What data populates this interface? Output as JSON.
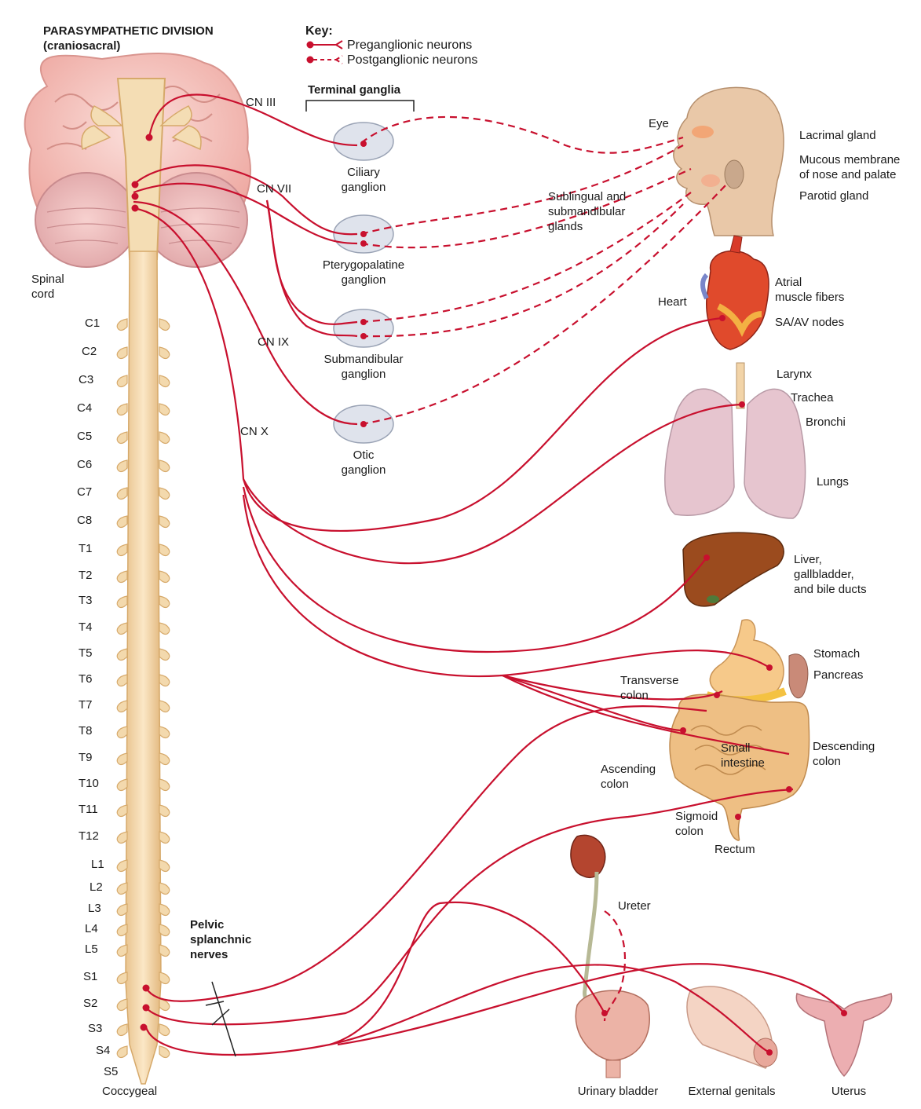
{
  "title": {
    "line1": "PARASYMPATHETIC DIVISION",
    "line2": "(craniosacral)"
  },
  "key": {
    "heading": "Key:",
    "preganglionic": "Preganglionic neurons",
    "postganglionic": "Postganglionic neurons"
  },
  "colors": {
    "nerve": "#c8102e",
    "cord": "#f3d9ad",
    "cord_edge": "#d6a96a",
    "brain": "#f5c6c0",
    "ganglion": "#dfe3ec"
  },
  "cranial_nerves": [
    "CN III",
    "CN VII",
    "CN IX",
    "CN X"
  ],
  "terminal_ganglia": {
    "heading": "Terminal ganglia",
    "ciliary": "Ciliary\nganglion",
    "pterygopalatine": "Pterygopalatine\nganglion",
    "submandibular": "Submandibular\nganglion",
    "otic": "Otic\nganglion"
  },
  "spinal_cord_label": "Spinal\ncord",
  "segments": [
    "C1",
    "C2",
    "C3",
    "C4",
    "C5",
    "C6",
    "C7",
    "C8",
    "T1",
    "T2",
    "T3",
    "T4",
    "T5",
    "T6",
    "T7",
    "T8",
    "T9",
    "T10",
    "T11",
    "T12",
    "L1",
    "L2",
    "L3",
    "L4",
    "L5",
    "S1",
    "S2",
    "S3",
    "S4",
    "S5",
    "Coccygeal"
  ],
  "pelvic_nerves": "Pelvic\nsplanchnic\nnerves",
  "organs": {
    "eye": "Eye",
    "lacrimal": "Lacrimal gland",
    "mucous": "Mucous membrane\nof nose and palate",
    "parotid": "Parotid gland",
    "sublingual": "Sublingual and\nsubmandibular\nglands",
    "heart": "Heart",
    "atrial": "Atrial\nmuscle fibers",
    "saav": "SA/AV nodes",
    "larynx": "Larynx",
    "trachea": "Trachea",
    "bronchi": "Bronchi",
    "lungs": "Lungs",
    "liver": "Liver,\ngallbladder,\nand bile ducts",
    "stomach": "Stomach",
    "pancreas": "Pancreas",
    "transverse": "Transverse\ncolon",
    "small_int": "Small\nintestine",
    "descending": "Descending\ncolon",
    "ascending": "Ascending\ncolon",
    "sigmoid": "Sigmoid\ncolon",
    "rectum": "Rectum",
    "ureter": "Ureter",
    "bladder": "Urinary bladder",
    "genitals": "External genitals",
    "uterus": "Uterus"
  }
}
